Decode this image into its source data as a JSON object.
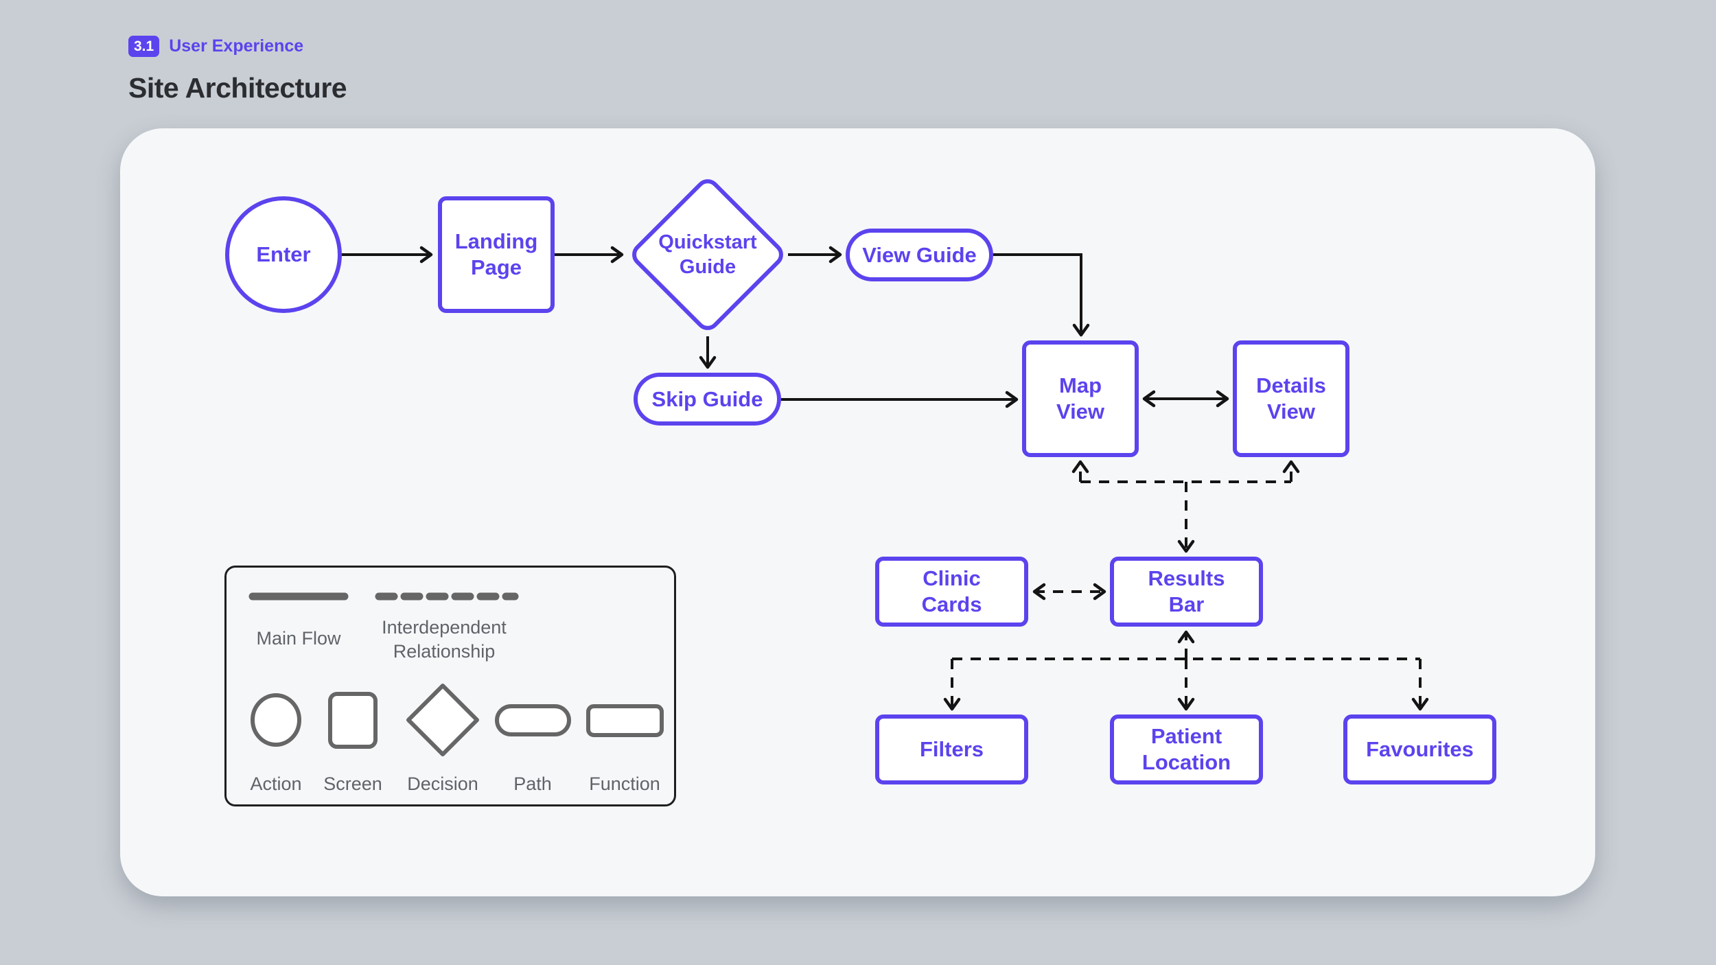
{
  "header": {
    "badge": "3.1",
    "category": "User Experience",
    "title": "Site Architecture"
  },
  "colors": {
    "accent_purple": "#5b43ee",
    "flow_line": "#141414",
    "page_background": "#c9ced4",
    "panel_background": "#f6f7f9",
    "legend_gray": "#666666",
    "legend_text": "#5f6368"
  },
  "nodes": {
    "enter": {
      "label": "Enter",
      "shape": "action"
    },
    "landing_page": {
      "label": "Landing\nPage",
      "shape": "screen"
    },
    "quickstart_guide": {
      "label": "Quickstart\nGuide",
      "shape": "decision"
    },
    "view_guide": {
      "label": "View Guide",
      "shape": "path"
    },
    "skip_guide": {
      "label": "Skip Guide",
      "shape": "path"
    },
    "map_view": {
      "label": "Map\nView",
      "shape": "screen"
    },
    "details_view": {
      "label": "Details\nView",
      "shape": "screen"
    },
    "clinic_cards": {
      "label": "Clinic\nCards",
      "shape": "function"
    },
    "results_bar": {
      "label": "Results\nBar",
      "shape": "function"
    },
    "filters": {
      "label": "Filters",
      "shape": "function"
    },
    "patient_location": {
      "label": "Patient\nLocation",
      "shape": "function"
    },
    "favourites": {
      "label": "Favourites",
      "shape": "function"
    }
  },
  "connections": [
    {
      "from": "Enter",
      "to": "Landing Page",
      "type": "main-flow"
    },
    {
      "from": "Landing Page",
      "to": "Quickstart Guide",
      "type": "main-flow"
    },
    {
      "from": "Quickstart Guide",
      "to": "View Guide",
      "type": "main-flow"
    },
    {
      "from": "Quickstart Guide",
      "to": "Skip Guide",
      "type": "main-flow"
    },
    {
      "from": "View Guide",
      "to": "Map View",
      "type": "main-flow"
    },
    {
      "from": "Skip Guide",
      "to": "Map View",
      "type": "main-flow"
    },
    {
      "from": "Map View",
      "to": "Details View",
      "type": "main-flow-bidirectional"
    },
    {
      "from": "Results Bar",
      "to": "Map View",
      "type": "interdependent"
    },
    {
      "from": "Results Bar",
      "to": "Details View",
      "type": "interdependent"
    },
    {
      "from": "Clinic Cards",
      "to": "Results Bar",
      "type": "interdependent-bidirectional"
    },
    {
      "from": "Results Bar",
      "to": "Filters",
      "type": "interdependent"
    },
    {
      "from": "Results Bar",
      "to": "Patient Location",
      "type": "interdependent"
    },
    {
      "from": "Results Bar",
      "to": "Favourites",
      "type": "interdependent"
    }
  ],
  "legend": {
    "line_types": {
      "main_flow": {
        "label": "Main Flow",
        "style": "solid"
      },
      "interdependent": {
        "label": "Interdependent\nRelationship",
        "style": "dashed"
      }
    },
    "shape_types": {
      "action": {
        "label": "Action",
        "shape": "circle"
      },
      "screen": {
        "label": "Screen",
        "shape": "square"
      },
      "decision": {
        "label": "Decision",
        "shape": "diamond"
      },
      "path": {
        "label": "Path",
        "shape": "stadium"
      },
      "function": {
        "label": "Function",
        "shape": "rectangle"
      }
    }
  }
}
